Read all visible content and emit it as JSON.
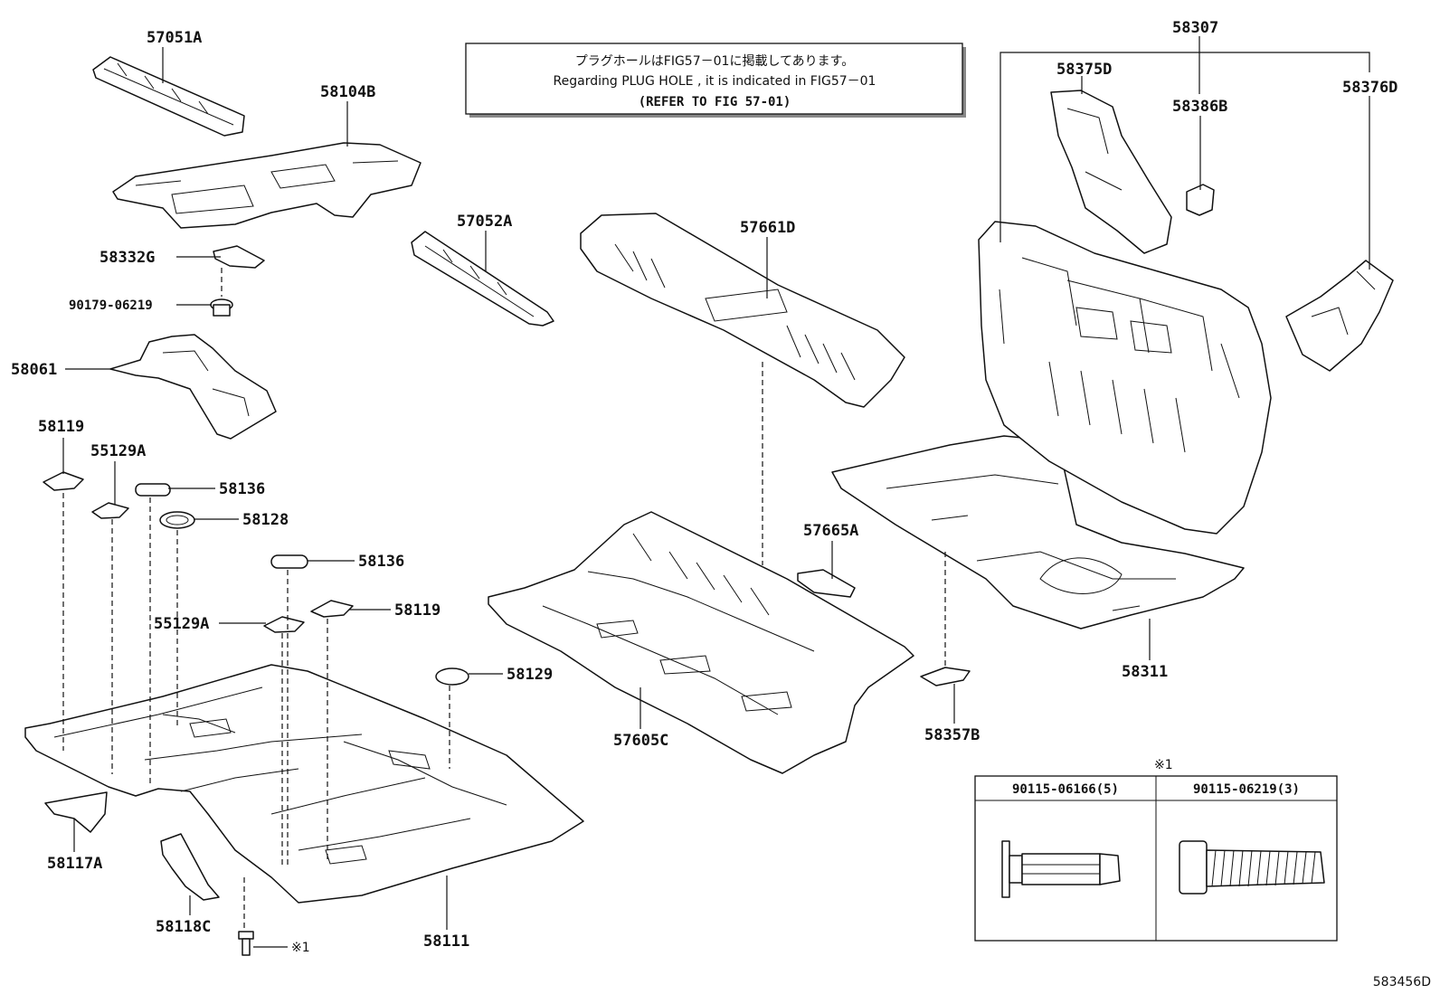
{
  "note": {
    "line1": "プラグホールはFIG57－01に掲載してあります。",
    "line2": "Regarding PLUG HOLE , it is indicated in FIG57－01",
    "line3": "(REFER TO FIG 57-01)"
  },
  "labels": {
    "p57051A": "57051A",
    "p58104B": "58104B",
    "p58332G": "58332G",
    "p90179": "90179-06219",
    "p58061": "58061",
    "p58119a": "58119",
    "p55129Aa": "55129A",
    "p58136a": "58136",
    "p58128": "58128",
    "p58136b": "58136",
    "p58119b": "58119",
    "p55129Ab": "55129A",
    "p58129": "58129",
    "p58117A": "58117A",
    "p58118C": "58118C",
    "p58111": "58111",
    "p57052A": "57052A",
    "p57661D": "57661D",
    "p57665A": "57665A",
    "p57605C": "57605C",
    "p58357B": "58357B",
    "p58307": "58307",
    "p58375D": "58375D",
    "p58386B": "58386B",
    "p58376D": "58376D",
    "p58311": "58311",
    "bolt_ref": "※1"
  },
  "table": {
    "marker": "※1",
    "col1": "90115-06166(5)",
    "col2": "90115-06219(3)"
  },
  "diagram_code": "583456D"
}
